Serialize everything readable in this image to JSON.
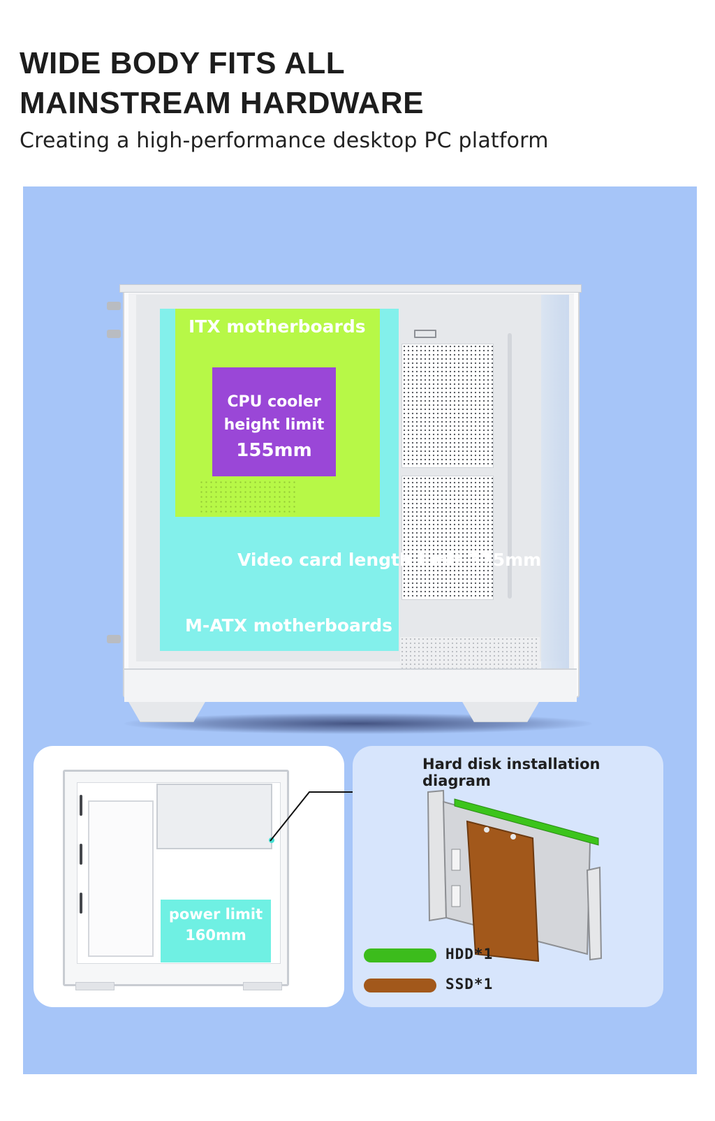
{
  "header": {
    "title_line1": "WIDE BODY FITS ALL",
    "title_line2": "MAINSTREAM HARDWARE",
    "subtitle": "Creating a high-performance desktop PC platform"
  },
  "main_case": {
    "itx_label": "ITX motherboards",
    "cpu_line1": "CPU cooler",
    "cpu_line2": "height limit",
    "cpu_value": "155mm",
    "gpu_label": "Video card length limit 375mm",
    "matx_label": "M-ATX motherboards"
  },
  "power_card": {
    "line1": "power limit",
    "line2": "160mm"
  },
  "hdd_card": {
    "title": "Hard disk installation diagram",
    "legend": [
      {
        "label": "HDD*1",
        "color": "#3cbc1c"
      },
      {
        "label": "SSD*1",
        "color": "#a2581b"
      }
    ]
  },
  "colors": {
    "panel_bg": "#a6c5f8",
    "matx_zone": "#6cf2ea",
    "itx_zone": "#bcf938",
    "cpu_zone": "#9a47d7",
    "power_zone": "#6ff0e3",
    "right_card_bg": "#d7e5fc"
  }
}
